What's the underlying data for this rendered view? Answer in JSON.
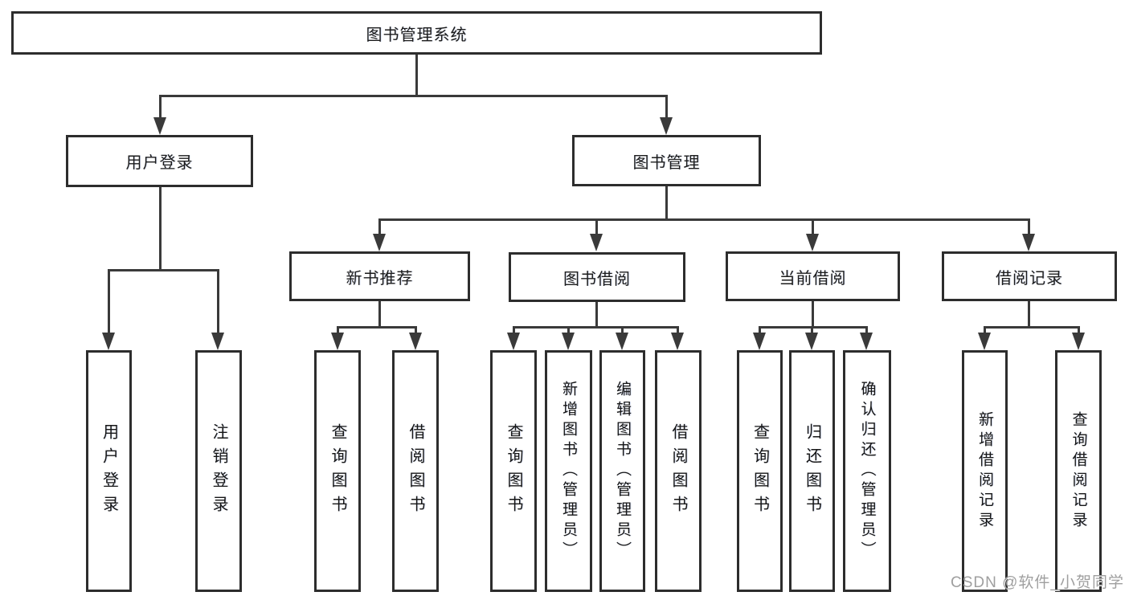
{
  "diagram": {
    "title": "图书管理系统",
    "root": "图书管理系统",
    "level2": {
      "user_login": "用户登录",
      "book_mgmt": "图书管理"
    },
    "level3": {
      "new_book": "新书推荐",
      "borrow": "图书借阅",
      "current": "当前借阅",
      "records": "借阅记录"
    },
    "leaves": {
      "user_login": [
        "用户登录",
        "注销登录"
      ],
      "new_book": [
        "查询图书",
        "借阅图书"
      ],
      "borrow": [
        "查询图书",
        "新增图书（管理员）",
        "编辑图书（管理员）",
        "借阅图书"
      ],
      "current": [
        "查询图书",
        "归还图书",
        "确认归还（管理员）"
      ],
      "records": [
        "新增借阅记录",
        "查询借阅记录"
      ]
    }
  },
  "watermark": "CSDN @软件_小贺同学",
  "colors": {
    "line": "#3a3a3a",
    "box_border": "#2d2d2d",
    "text": "#1c1c1c",
    "watermark": "#9f9f9f",
    "background": "#ffffff"
  }
}
